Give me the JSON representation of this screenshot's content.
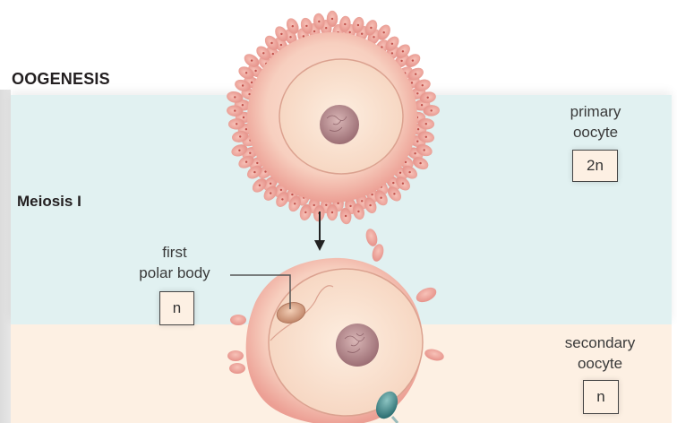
{
  "title": "OOGENESIS",
  "stage": "Meiosis I",
  "cells": {
    "primary_oocyte": {
      "label_line1": "primary",
      "label_line2": "oocyte",
      "ploidy": "2n"
    },
    "first_polar_body": {
      "label_line1": "first",
      "label_line2": "polar body",
      "ploidy": "n"
    },
    "secondary_oocyte": {
      "label_line1": "secondary",
      "label_line2": "oocyte",
      "ploidy": "n"
    }
  },
  "colors": {
    "meiosis_band": "#e1f1f1",
    "lower_band": "#fdf0e3",
    "cell_cytoplasm": "#f6c9b8",
    "follicle_cells": "#f0a9a0",
    "nucleus": "#b88a8f",
    "sperm": "#3e8c8c"
  }
}
